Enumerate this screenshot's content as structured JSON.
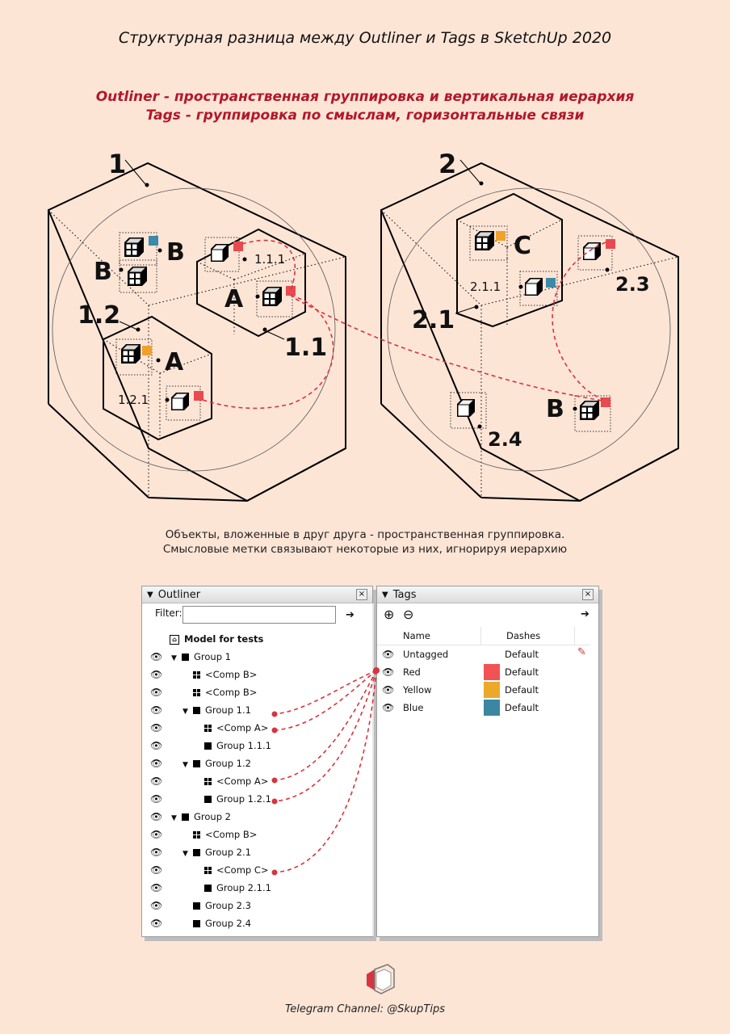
{
  "title": "Структурная разница между Outliner и Tags в SketchUp 2020",
  "subtitle_line1": "Outliner - пространственная группировка и вертикальная иерархия",
  "subtitle_line2": "Tags - группировка по смыслам, горизонтальные связи",
  "caption_line1": "Объекты, вложенные в друг друга - пространственная группировка.",
  "caption_line2": "Смысловые метки связывают некоторые из них, игнорируя иерархию",
  "diagram": {
    "labels": {
      "box1": "1",
      "box2": "2",
      "g12": "1.2",
      "g11": "1.1",
      "g111": "1.1.1",
      "g121": "1.2.1",
      "g21": "2.1",
      "g211": "2.1.1",
      "g23": "2.3",
      "g24": "2.4",
      "compB_top": "B",
      "compB_left": "B",
      "compA_11": "A",
      "compA_12": "A",
      "compC": "C",
      "compB_2": "B"
    },
    "tag_colors": {
      "red": "#e84a4f",
      "yellow": "#f0a12a",
      "blue": "#3a8aa8"
    }
  },
  "outliner": {
    "title": "Outliner",
    "close": "×",
    "filter_label": "Filter:",
    "filter_value": "",
    "model": "Model for tests",
    "rows": [
      {
        "label": "Group 1",
        "type": "group",
        "level": 0,
        "expanded": true
      },
      {
        "label": "<Comp B>",
        "type": "comp",
        "level": 1
      },
      {
        "label": "<Comp B>",
        "type": "comp",
        "level": 1
      },
      {
        "label": "Group 1.1",
        "type": "group",
        "level": 1,
        "expanded": true
      },
      {
        "label": "<Comp A>",
        "type": "comp",
        "level": 2
      },
      {
        "label": "Group 1.1.1",
        "type": "group",
        "level": 2
      },
      {
        "label": "Group 1.2",
        "type": "group",
        "level": 1,
        "expanded": true
      },
      {
        "label": "<Comp A>",
        "type": "comp",
        "level": 2
      },
      {
        "label": "Group 1.2.1",
        "type": "group",
        "level": 2
      },
      {
        "label": "Group 2",
        "type": "group",
        "level": 0,
        "expanded": true
      },
      {
        "label": "<Comp B>",
        "type": "comp",
        "level": 1
      },
      {
        "label": "Group 2.1",
        "type": "group",
        "level": 1,
        "expanded": true
      },
      {
        "label": "<Comp C>",
        "type": "comp",
        "level": 2
      },
      {
        "label": "Group 2.1.1",
        "type": "group",
        "level": 2
      },
      {
        "label": "Group 2.3",
        "type": "group",
        "level": 1
      },
      {
        "label": "Group 2.4",
        "type": "group",
        "level": 1
      }
    ]
  },
  "tags": {
    "title": "Tags",
    "close": "×",
    "col_name": "Name",
    "col_dashes": "Dashes",
    "rows": [
      {
        "name": "Untagged",
        "dashes": "Default",
        "color": ""
      },
      {
        "name": "Red",
        "dashes": "Default",
        "color": "#f25254"
      },
      {
        "name": "Yellow",
        "dashes": "Default",
        "color": "#eaa92a"
      },
      {
        "name": "Blue",
        "dashes": "Default",
        "color": "#3b86a0"
      }
    ]
  },
  "footer": "Telegram Channel:  @SkupTips"
}
